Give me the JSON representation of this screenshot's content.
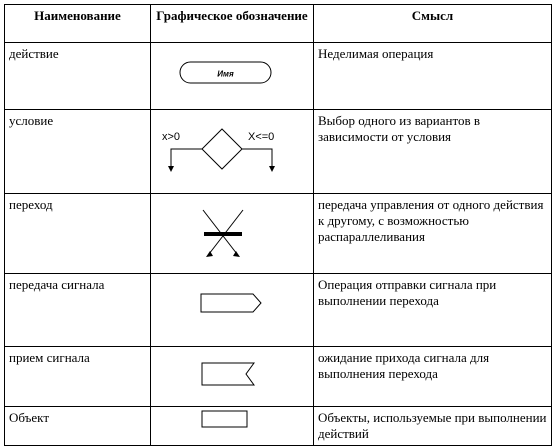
{
  "headers": {
    "name": "Наименование",
    "graphic": "Графическое обозначение",
    "meaning": "Смысл"
  },
  "rows": [
    {
      "name": "действие",
      "meaning": "Неделимая операция",
      "symbol_label": "Имя"
    },
    {
      "name": "условие",
      "meaning": "Выбор одного из вариантов в зависимости от условия",
      "left_label": "x>0",
      "right_label": "X<=0"
    },
    {
      "name": "переход",
      "meaning": "передача управления от одного действия к другому, с возможностью распараллеливания"
    },
    {
      "name": "передача сигнала",
      "meaning": "Операция отправки сигнала при выполнении перехода"
    },
    {
      "name": "прием сигнала",
      "meaning": "ожидание прихода сигнала для выполнения перехода"
    },
    {
      "name": "Объект",
      "meaning": "Объекты, используемые при выполнении действий"
    }
  ]
}
